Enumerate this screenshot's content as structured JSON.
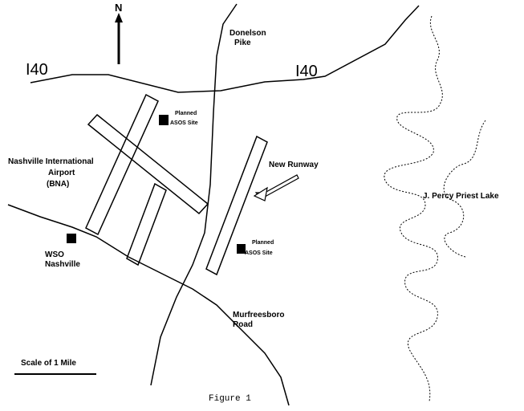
{
  "map": {
    "north_label": "N",
    "highway_left": "I40",
    "highway_right": "I40",
    "donelson_line1": "Donelson",
    "donelson_line2": "Pike",
    "asos_top_line1": "Planned",
    "asos_top_line2": "ASOS Site",
    "asos_right_line1": "Planned",
    "asos_right_line2": "ASOS Site",
    "airport_line1": "Nashville International",
    "airport_line2": "Airport",
    "airport_line3": "(BNA)",
    "new_runway": "New Runway",
    "lake": "J. Percy Priest Lake",
    "wso_line1": "WSO",
    "wso_line2": "Nashville",
    "murfreesboro_line1": "Murfreesboro",
    "murfreesboro_line2": "Road",
    "scale": "Scale of 1 Mile"
  },
  "caption": "Figure 1"
}
